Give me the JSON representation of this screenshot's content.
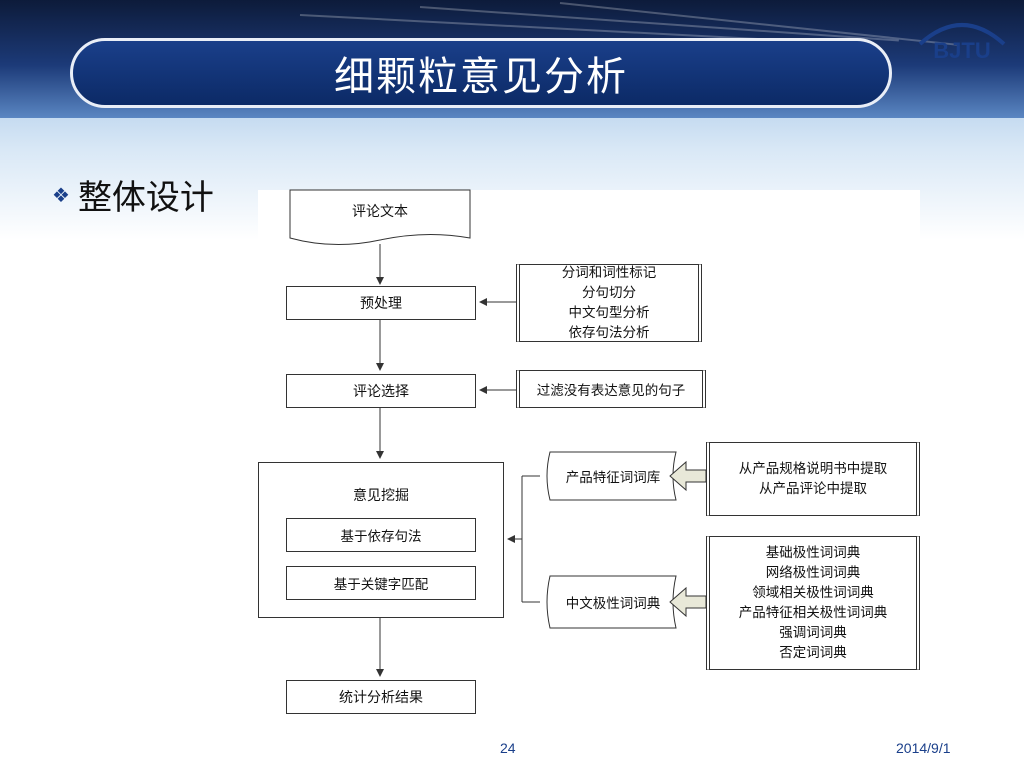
{
  "slide": {
    "title": "细颗粒意见分析",
    "logo": "BJTU",
    "bullet_icon": "diamond-cluster-icon",
    "bullet_text": "整体设计",
    "page_number": "24",
    "date": "2014/9/1"
  },
  "diagram": {
    "doc_node": "评论文本",
    "preprocess": "预处理",
    "preprocess_notes": [
      "分词和词性标记",
      "分句切分",
      "中文句型分析",
      "依存句法分析"
    ],
    "select": "评论选择",
    "select_note": "过滤没有表达意见的句子",
    "mining": "意见挖掘",
    "mining_sub1": "基于依存句法",
    "mining_sub2": "基于关键字匹配",
    "feature_lex": "产品特征词词库",
    "feature_notes": [
      "从产品规格说明书中提取",
      "从产品评论中提取"
    ],
    "polarity_lex": "中文极性词词典",
    "polarity_notes": [
      "基础极性词词典",
      "网络极性词词典",
      "领域相关极性词词典",
      "产品特征相关极性词词典",
      "强调词词典",
      "否定词词典"
    ],
    "result": "统计分析结果"
  }
}
